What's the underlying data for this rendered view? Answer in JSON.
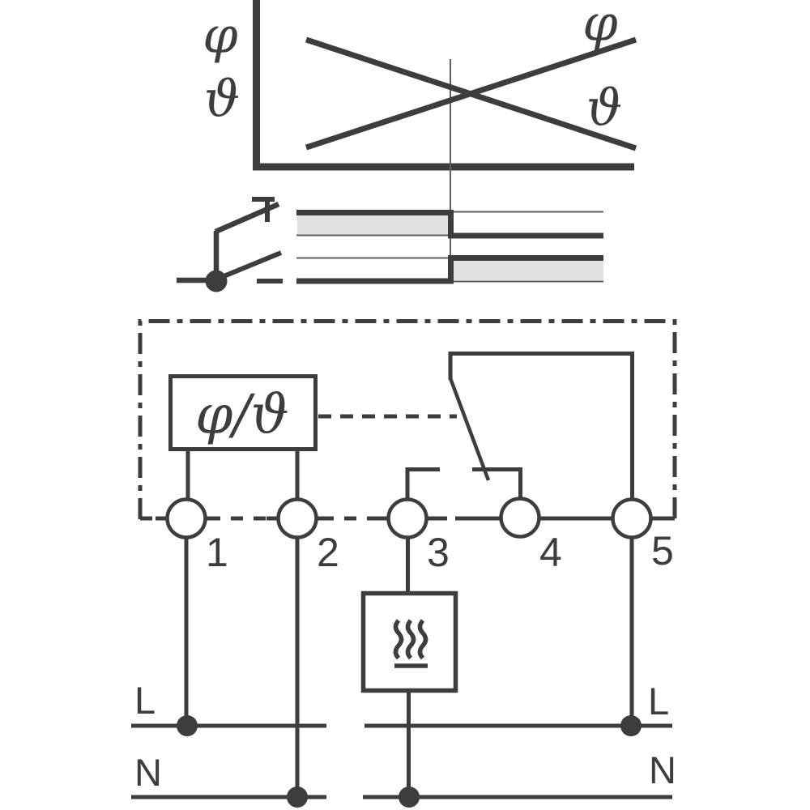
{
  "colors": {
    "stroke": "#3d3d3d",
    "thin_stroke": "#5f5f5f",
    "fill_light": "#e2e2e2",
    "background": "#ffffff"
  },
  "graph": {
    "axis_label_top": "φ",
    "axis_label_bottom": "ϑ",
    "curve_label_rising": "φ",
    "curve_label_falling": "ϑ"
  },
  "controller": {
    "label": "φ/ϑ"
  },
  "terminals": {
    "labels": [
      "1",
      "2",
      "3",
      "4",
      "5"
    ]
  },
  "power": {
    "left": {
      "line": "L",
      "neutral": "N"
    },
    "right": {
      "line": "L",
      "neutral": "N"
    }
  },
  "icons": {
    "switch": "changeover-switch-icon",
    "heater": "heating-element-icon",
    "sensor_block": "humidity-temperature-sensor-block"
  }
}
